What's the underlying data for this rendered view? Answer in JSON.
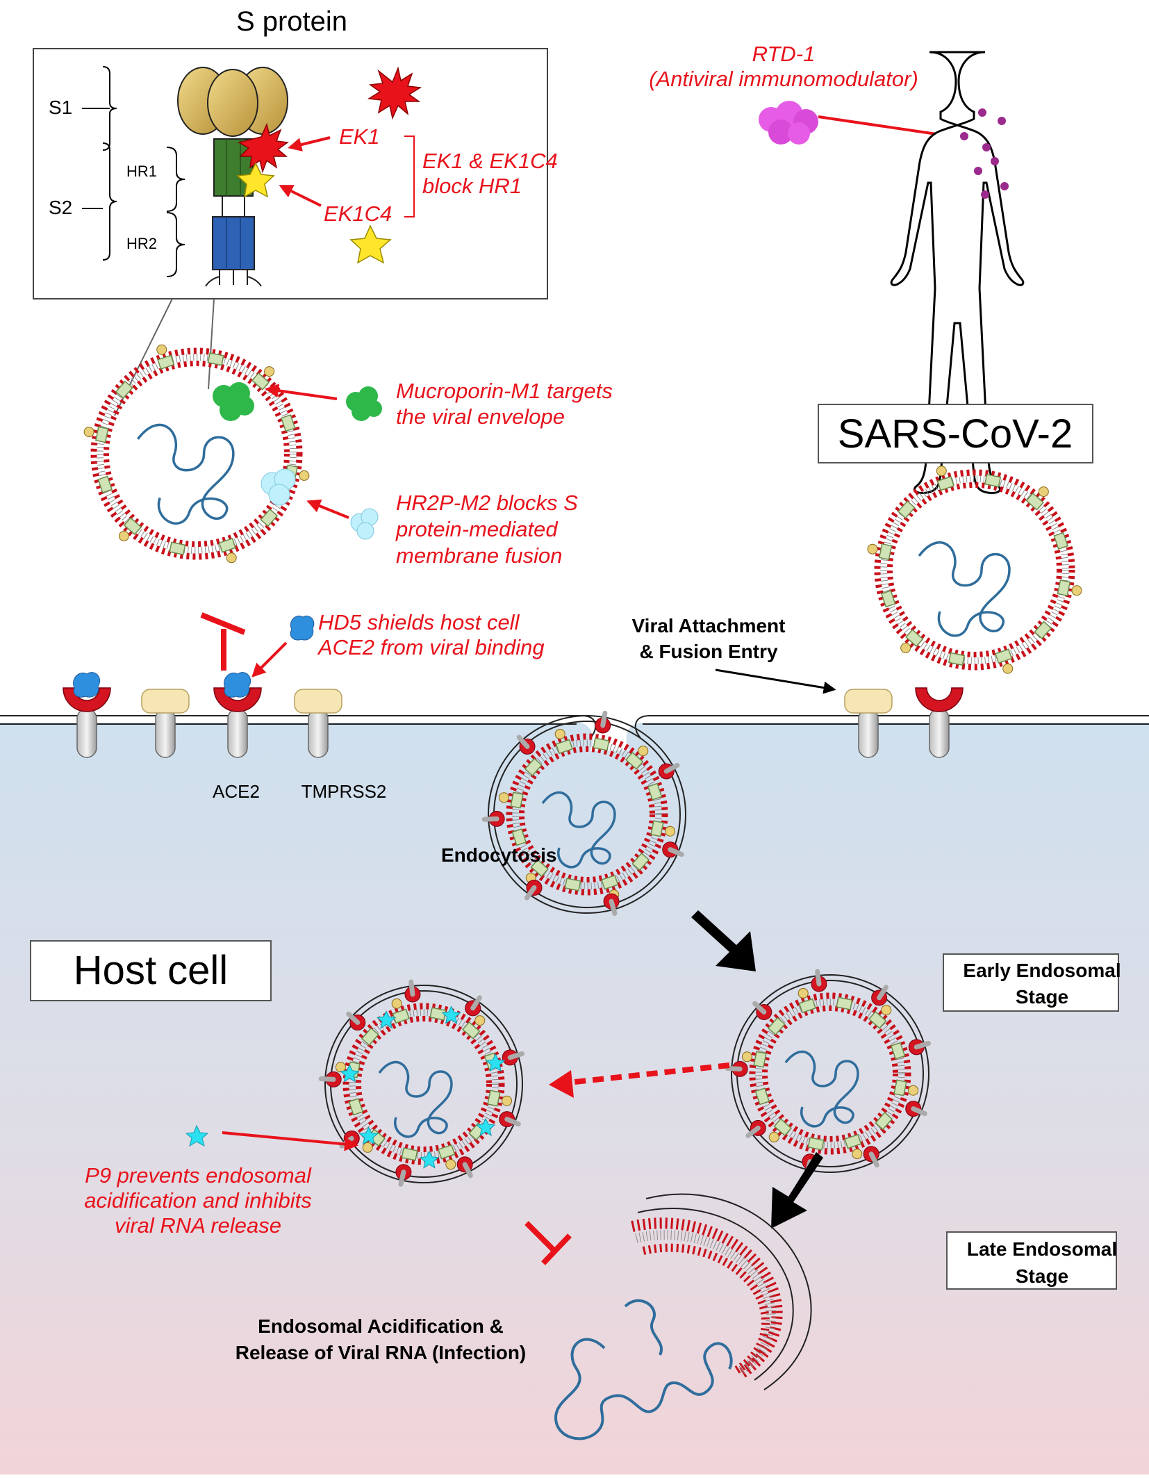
{
  "labels": {
    "s_protein_title": "S protein",
    "s1": "S1",
    "s2": "S2",
    "hr1": "HR1",
    "hr2": "HR2",
    "ek1": "EK1",
    "ek1c4": "EK1C4",
    "ek_block_line1": "EK1 & EK1C4",
    "ek_block_line2": "block HR1",
    "rtd_line1": "RTD-1",
    "rtd_line2": "(Antiviral immunomodulator)",
    "sars": "SARS-CoV-2",
    "mucro_line1": "Mucroporin-M1 targets",
    "mucro_line2": "the viral envelope",
    "hr2p_line1": "HR2P-M2 blocks S",
    "hr2p_line2": "protein-mediated",
    "hr2p_line3": "membrane fusion",
    "hd5_line1": "HD5 shields host cell",
    "hd5_line2": "ACE2 from viral binding",
    "attach_line1": "Viral Attachment",
    "attach_line2": "& Fusion Entry",
    "ace2": "ACE2",
    "tmprss2": "TMPRSS2",
    "endocytosis": "Endocytosis",
    "host_cell": "Host cell",
    "early_line1": "Early Endosomal",
    "early_line2": "Stage",
    "late_line1": "Late Endosomal",
    "late_line2": "Stage",
    "p9_line1": "P9 prevents endosomal",
    "p9_line2": "acidification and inhibits",
    "p9_line3": "viral RNA release",
    "acid_line1": "Endosomal Acidification &",
    "acid_line2": "Release of Viral RNA (Infection)"
  },
  "colors": {
    "annotation_red": "#e8121b",
    "membrane_red": "#c8101a",
    "rna_blue": "#2f6d9c",
    "cell_top": "#cfe0ee",
    "cell_bottom": "#f1d4d8"
  }
}
